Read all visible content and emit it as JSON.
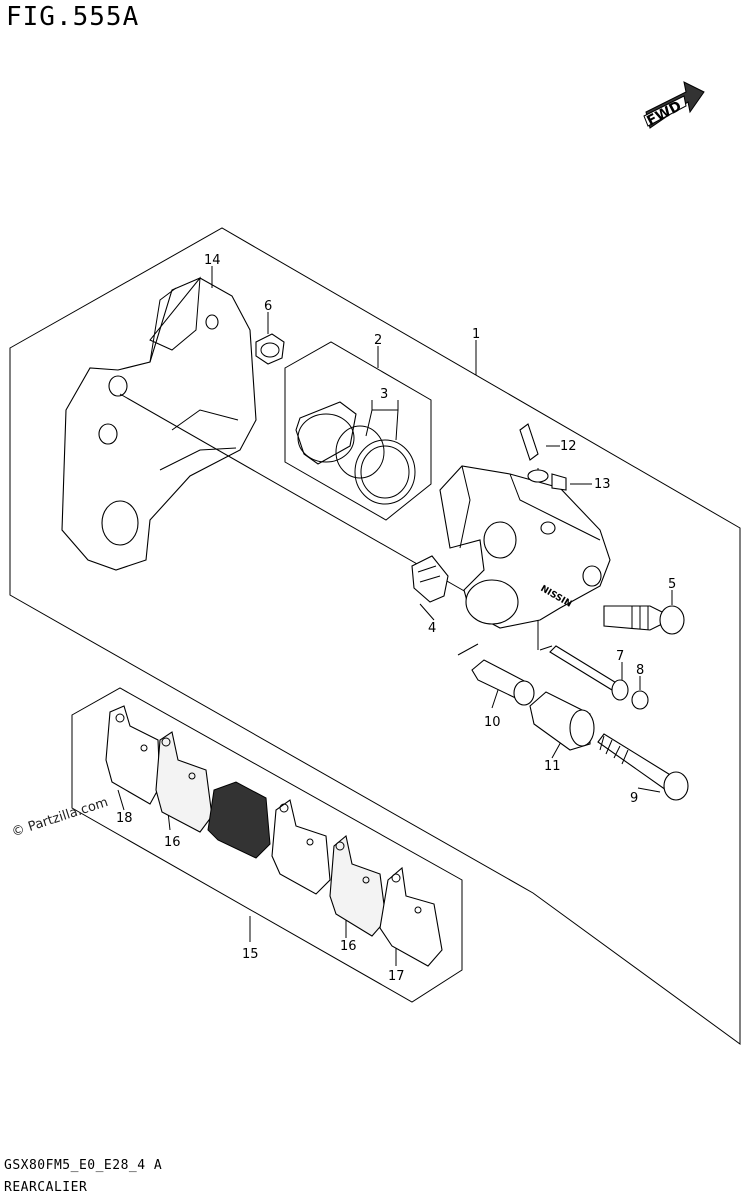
{
  "figure": {
    "title": "FIG.555A",
    "footer_code": "GSX80FM5_E0_E28_4 A",
    "footer_title": "REARCALIER",
    "watermark": "© Partzilla.com",
    "fwd_label": "FWD"
  },
  "callouts": [
    {
      "id": "1",
      "label": "1"
    },
    {
      "id": "2",
      "label": "2"
    },
    {
      "id": "3",
      "label": "3"
    },
    {
      "id": "4",
      "label": "4"
    },
    {
      "id": "5",
      "label": "5"
    },
    {
      "id": "6",
      "label": "6"
    },
    {
      "id": "7",
      "label": "7"
    },
    {
      "id": "8",
      "label": "8"
    },
    {
      "id": "9",
      "label": "9"
    },
    {
      "id": "10",
      "label": "10"
    },
    {
      "id": "11",
      "label": "11"
    },
    {
      "id": "12",
      "label": "12"
    },
    {
      "id": "13",
      "label": "13"
    },
    {
      "id": "14",
      "label": "14"
    },
    {
      "id": "15",
      "label": "15"
    },
    {
      "id": "16a",
      "label": "16"
    },
    {
      "id": "16b",
      "label": "16"
    },
    {
      "id": "17",
      "label": "17"
    },
    {
      "id": "18",
      "label": "18"
    }
  ]
}
